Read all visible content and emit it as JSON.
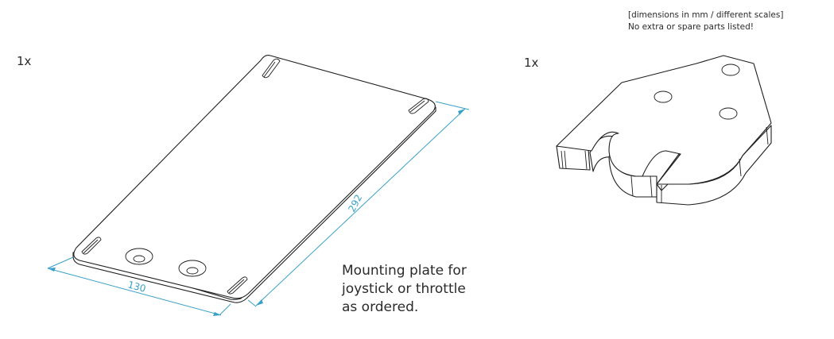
{
  "note": {
    "line1": "[dimensions in mm / different scales]",
    "line2": "No extra or spare parts listed!"
  },
  "parts": [
    {
      "quantity": "1x"
    },
    {
      "quantity": "1x"
    }
  ],
  "dimensions": {
    "width": "130",
    "length": "292"
  },
  "caption": {
    "line1": "Mounting plate for",
    "line2": "joystick or throttle",
    "line3": "as ordered."
  },
  "colors": {
    "dimension_line": "#3aa0c8",
    "outline": "#1e1e1e"
  }
}
